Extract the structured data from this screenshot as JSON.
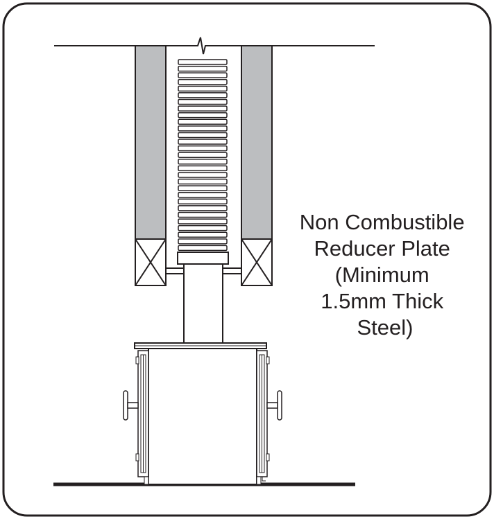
{
  "caption": {
    "lines": [
      "Non Combustible",
      "Reducer Plate",
      "(Minimum",
      "1.5mm Thick",
      "Steel)"
    ]
  },
  "colors": {
    "stroke": "#231f20",
    "insulation": "#bcbec0",
    "background": "#ffffff"
  },
  "diagram": {
    "flexible_liner_ribs": 29
  }
}
